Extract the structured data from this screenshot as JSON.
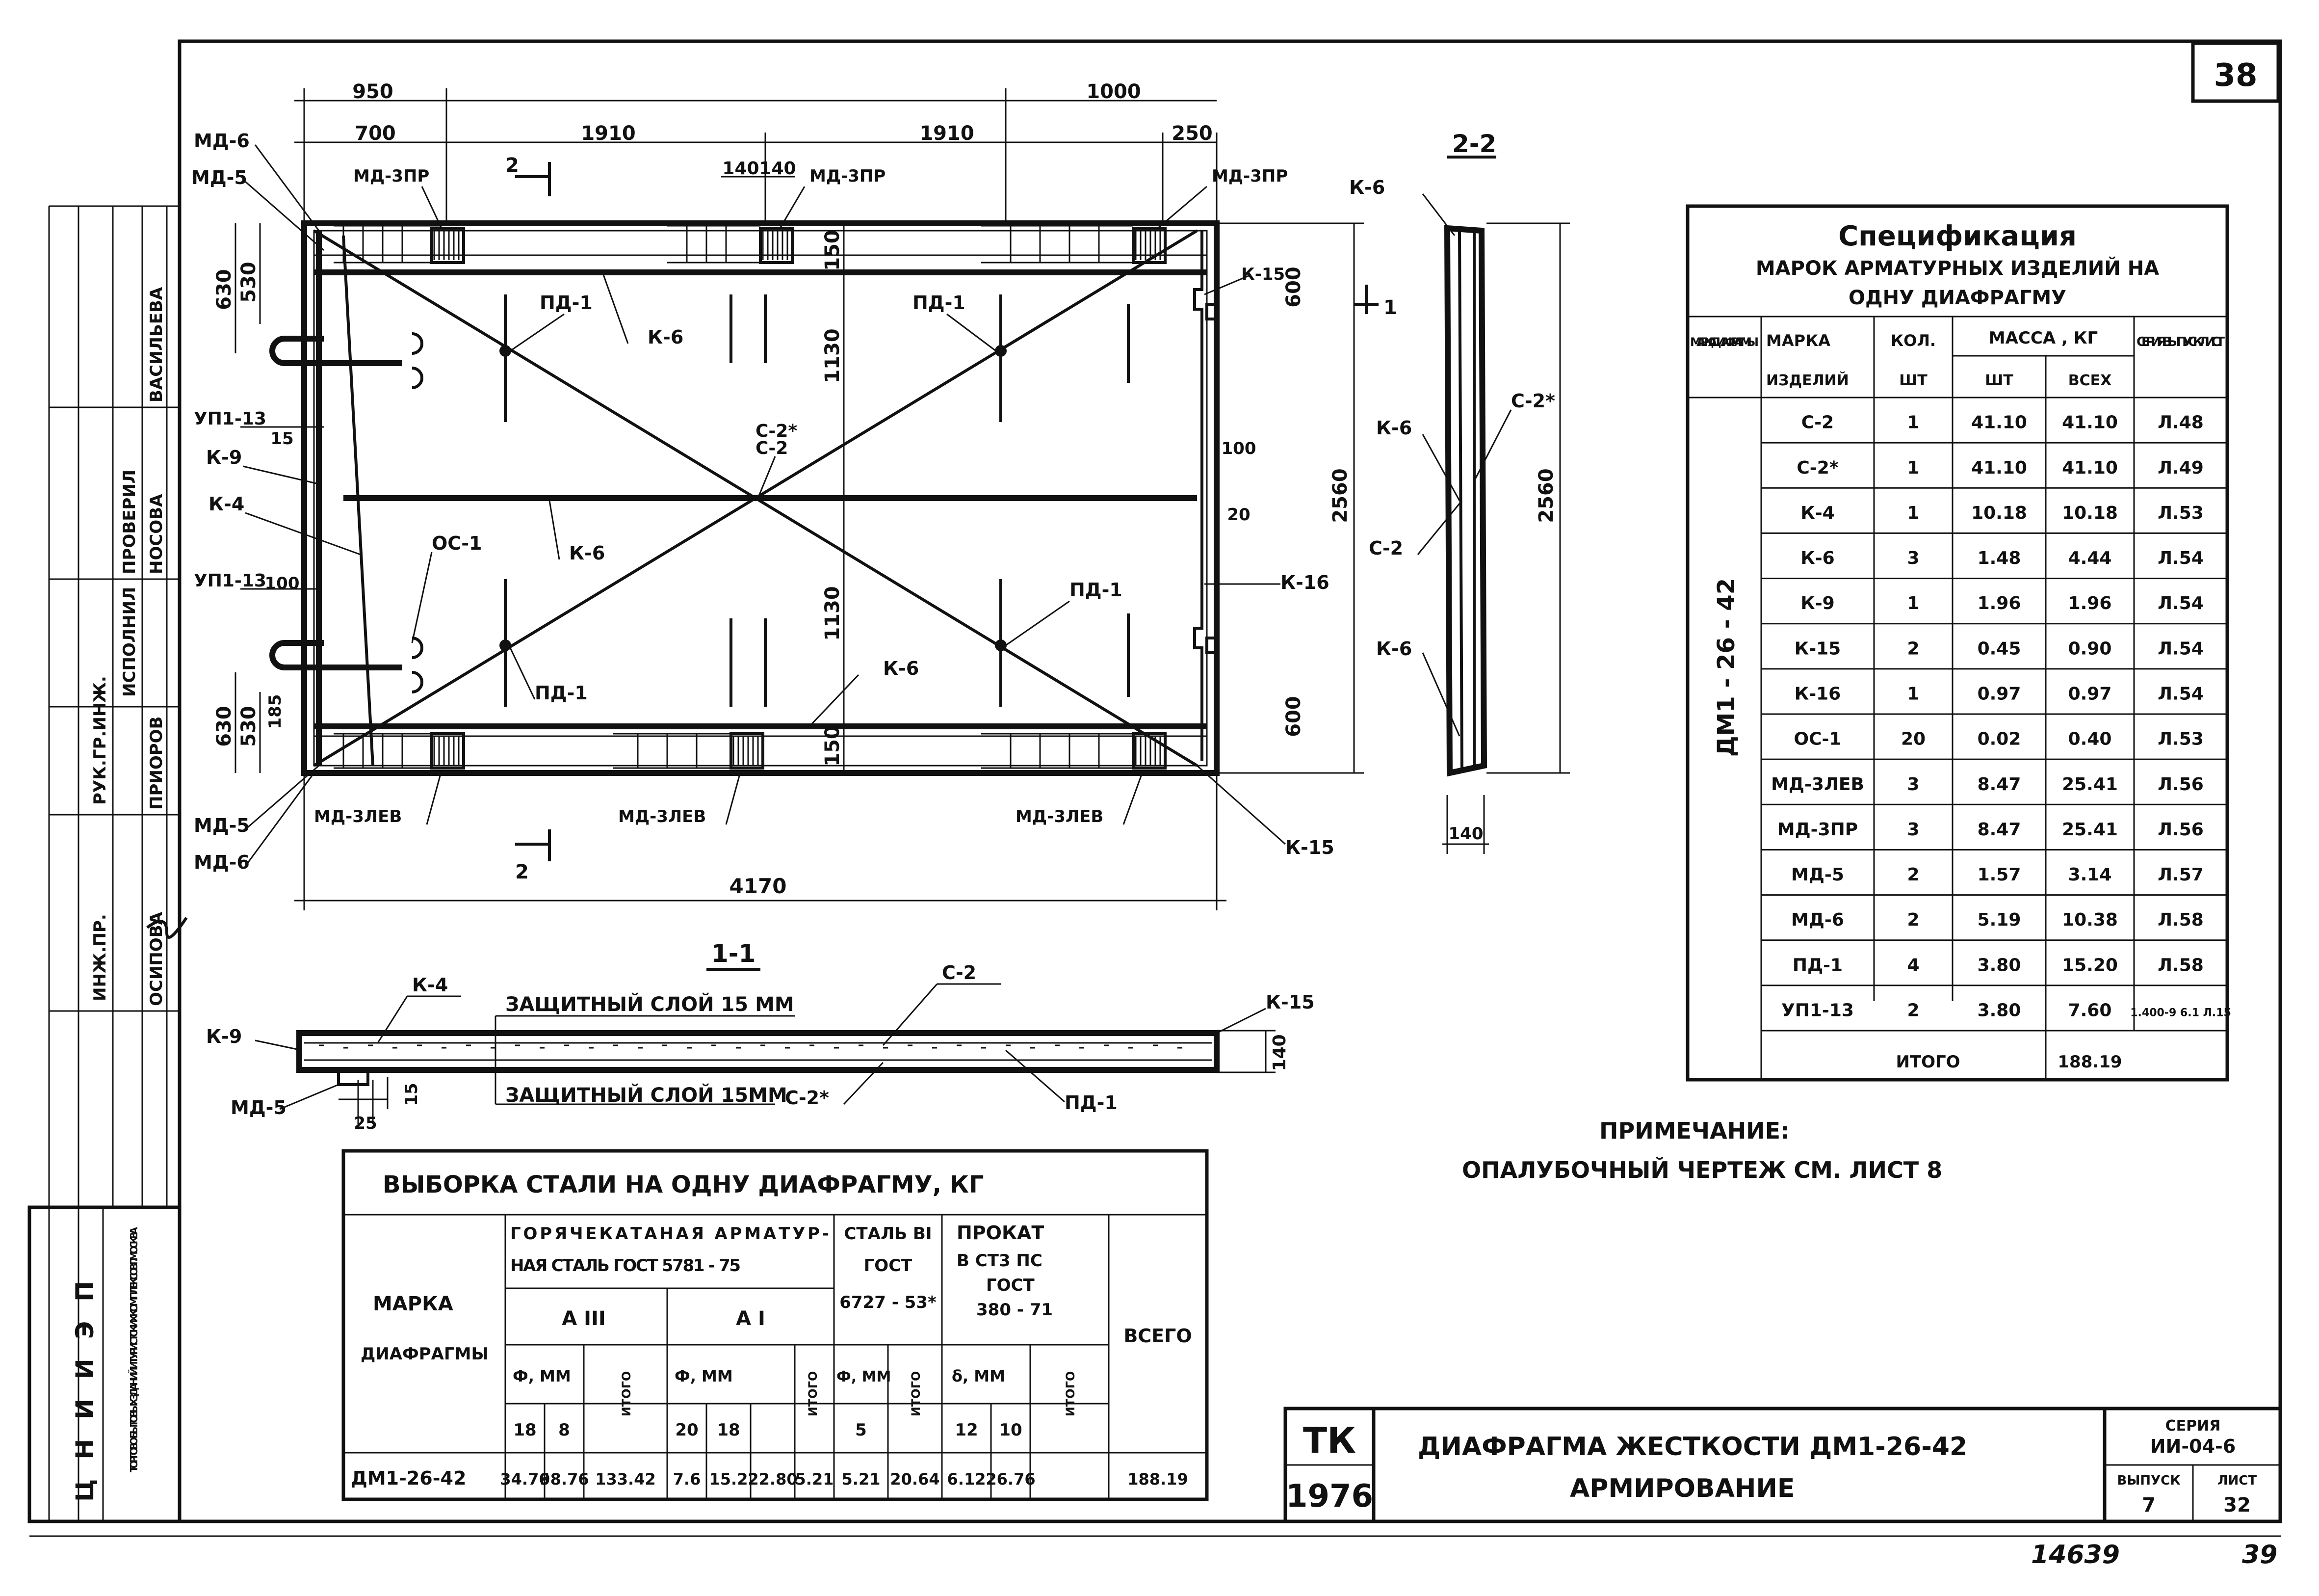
{
  "sheet": {
    "page_number": "38",
    "corner_number": "39",
    "archive_number": "14639"
  },
  "plan": {
    "dims_top": [
      "950",
      "1000",
      "700",
      "1910",
      "1910",
      "250",
      "140",
      "140"
    ],
    "dims_left": [
      "630",
      "530",
      "15",
      "100",
      "630",
      "530",
      "185"
    ],
    "dims_inner": [
      "150",
      "1130",
      "1130",
      "150",
      "600",
      "600",
      "100",
      "20"
    ],
    "dim_right": "2560",
    "dim_bottom": "4170",
    "section_mark": "2",
    "labels": {
      "md6_top": "МД-6",
      "md5_top": "МД-5",
      "md3pr_1": "МД-3ПР",
      "md3pr_2": "МД-3ПР",
      "md3pr_3": "МД-3ПР",
      "k15_top": "К-15",
      "pd1_1": "ПД-1",
      "k6_1": "К-6",
      "pd1_2": "ПД-1",
      "c2s": "С-2*",
      "c2": "С-2",
      "up1": "УП1-13",
      "k9": "К-9",
      "k4": "К-4",
      "oc1": "ОС-1",
      "k6_2": "К-6",
      "up2": "УП1-13",
      "pd1_3": "ПД-1",
      "pd1_4": "ПД-1",
      "k16": "К-16",
      "k6_3": "К-6",
      "md5_bot": "МД-5",
      "md6_bot": "МД-6",
      "md3lev_1": "МД-3ЛЕВ",
      "md3lev_2": "МД-3ЛЕВ",
      "md3lev_3": "МД-3ЛЕВ",
      "k15_bot": "К-15"
    }
  },
  "section22": {
    "title": "2-2",
    "labels": {
      "k6a": "К-6",
      "k6b": "К-6",
      "k6c": "К-6",
      "c2s": "С-2*",
      "c2": "С-2"
    },
    "dim_height": "2560",
    "dim_width": "140",
    "cut_mark": "1"
  },
  "section11": {
    "title": "1-1",
    "labels": {
      "k4": "К-4",
      "c2": "С-2",
      "k15": "К-15",
      "k9": "К-9",
      "md5": "МД-5",
      "c2s": "С-2*",
      "pd1": "ПД-1"
    },
    "cover_top": "ЗАЩИТНЫЙ СЛОЙ 15 ММ",
    "cover_bottom": "ЗАЩИТНЫЙ СЛОЙ 15ММ",
    "dims": [
      "140",
      "15",
      "25"
    ]
  },
  "spec": {
    "title1": "Спецификация",
    "title2": "МАРОК АРМАТУРНЫХ ИЗДЕЛИЙ НА",
    "title3": "ОДНУ ДИАФРАГМУ",
    "headers": {
      "col1": "МАРКА ДИАФ-РАГМЫ",
      "col2a": "МАРКА",
      "col2b": "ИЗДЕЛИЙ",
      "col3a": "КОЛ.",
      "col3b": "ШТ",
      "mass": "МАССА , КГ",
      "col4": "ШТ",
      "col5": "ВСЕХ",
      "col6": "СЕРИЯ ВЫПУСК ЛИСТ"
    },
    "diaphragm": "ДМ1 - 26 - 42",
    "rows": [
      [
        "С-2",
        "1",
        "41.10",
        "41.10",
        "Л.48"
      ],
      [
        "С-2*",
        "1",
        "41.10",
        "41.10",
        "Л.49"
      ],
      [
        "К-4",
        "1",
        "10.18",
        "10.18",
        "Л.53"
      ],
      [
        "К-6",
        "3",
        "1.48",
        "4.44",
        "Л.54"
      ],
      [
        "К-9",
        "1",
        "1.96",
        "1.96",
        "Л.54"
      ],
      [
        "К-15",
        "2",
        "0.45",
        "0.90",
        "Л.54"
      ],
      [
        "К-16",
        "1",
        "0.97",
        "0.97",
        "Л.54"
      ],
      [
        "ОС-1",
        "20",
        "0.02",
        "0.40",
        "Л.53"
      ],
      [
        "МД-3ЛЕВ",
        "3",
        "8.47",
        "25.41",
        "Л.56"
      ],
      [
        "МД-3ПР",
        "3",
        "8.47",
        "25.41",
        "Л.56"
      ],
      [
        "МД-5",
        "2",
        "1.57",
        "3.14",
        "Л.57"
      ],
      [
        "МД-6",
        "2",
        "5.19",
        "10.38",
        "Л.58"
      ],
      [
        "ПД-1",
        "4",
        "3.80",
        "15.20",
        "Л.58"
      ],
      [
        "УП1-13",
        "2",
        "3.80",
        "7.60",
        "1.400-9 6.1 Л.15"
      ]
    ],
    "total_label": "ИТОГО",
    "total_value": "188.19"
  },
  "note": {
    "title": "ПРИМЕЧАНИЕ:",
    "text": "ОПАЛУБОЧНЫЙ ЧЕРТЕЖ СМ. ЛИСТ 8"
  },
  "steel": {
    "title": "ВЫБОРКА СТАЛИ НА ОДНУ ДИАФРАГМУ, КГ",
    "col_mark1": "МАРКА",
    "col_mark2": "ДИАФРАГМЫ",
    "hot1": "ГОРЯЧЕКАТАНАЯ АРМАТУР-",
    "hot2": "НАЯ СТАЛЬ ГОСТ 5781 - 75",
    "a3": "А III",
    "a1": "А I",
    "bi1": "СТАЛЬ BI",
    "bi2": "ГОСТ",
    "bi3": "6727 - 53*",
    "prokat1": "ПРОКАТ",
    "prokat2": "В СТ3 ПС",
    "prokat3": "ГОСТ",
    "prokat4": "380 - 71",
    "total": "ВСЕГО",
    "phi_mm": "Ф, ММ",
    "delta_mm": "δ, ММ",
    "itogo": "ИТОГО",
    "sizes": [
      "18",
      "8",
      "20",
      "18",
      "5",
      "12",
      "10"
    ],
    "row_mark": "ДМ1-26-42",
    "row_values": [
      "34.76",
      "98.76",
      "133.42",
      "7.6",
      "15.2",
      "22.80",
      "5.21",
      "5.21",
      "20.64",
      "6.12",
      "26.76",
      "188.19"
    ]
  },
  "stamp": {
    "tk": "ТК",
    "year": "1976",
    "title1": "ДИАФРАГМА ЖЕСТКОСТИ ДМ1-26-42",
    "title2": "АРМИРОВАНИЕ",
    "series_label": "СЕРИЯ",
    "series": "ИИ-04-6",
    "issue_label": "ВЫПУСК",
    "issue": "7",
    "sheet_label": "ЛИСТ",
    "sheet": "32"
  },
  "side": {
    "org": "ЦНИИЭП",
    "org_full": "ТОРГОВО-БЫТОВЫХ ЗДАНИЙ И ТУРИСТСКИХ КОМПЛЕКСОВ Г.МОСКВА",
    "roles": [
      "РУК.ГР.ИНЖ.",
      "ИНЖ.ПР.",
      "ИСПОЛНИЛ",
      "ПРОВЕРИЛ"
    ],
    "names": [
      "ВАСИЛЬЕВА",
      "НОСОВА",
      "ПРИОРОВ",
      "ОСИПОВА"
    ]
  }
}
